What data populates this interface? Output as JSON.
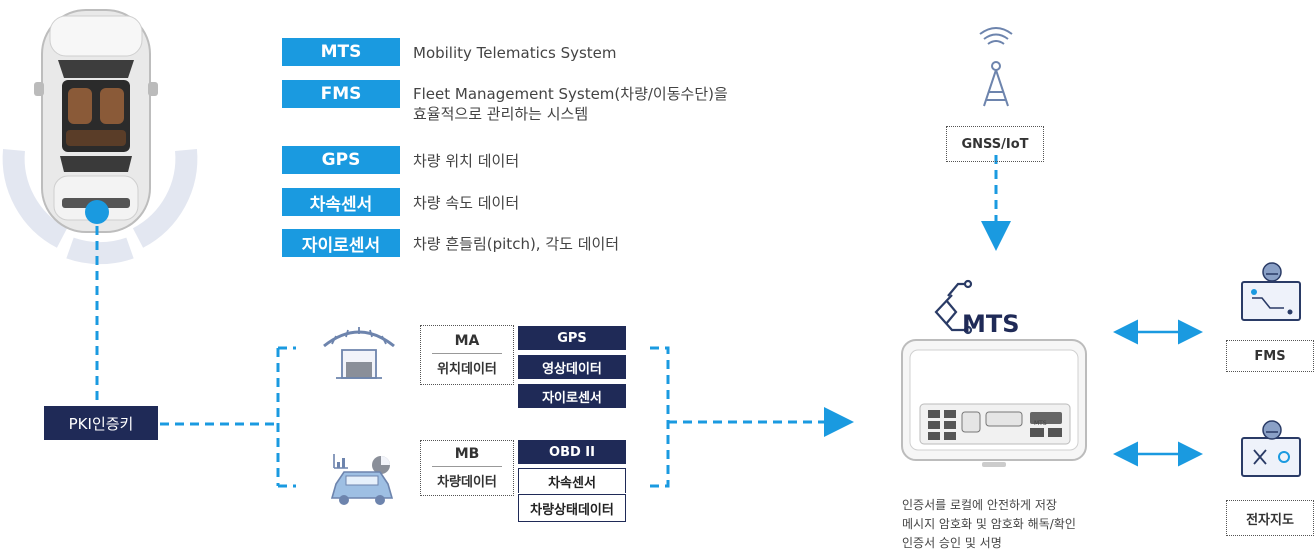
{
  "legend": [
    {
      "tag": "MTS",
      "desc": "Mobility Telematics System"
    },
    {
      "tag": "FMS",
      "desc": "Fleet Management System(차량/이동수단)을\n효율적으로 관리하는 시스템"
    },
    {
      "tag": "GPS",
      "desc": "차량 위치 데이터"
    },
    {
      "tag": "차속센서",
      "desc": "차량 속도 데이터"
    },
    {
      "tag": "자이로센서",
      "desc": "차량 흔들림(pitch), 각도 데이터"
    }
  ],
  "pki_label": "PKI인증키",
  "ma": {
    "title": "MA",
    "sub": "위치데이터",
    "items": [
      "GPS",
      "영상데이터",
      "자이로센서"
    ]
  },
  "mb": {
    "title": "MB",
    "sub": "차량데이터",
    "items": [
      "OBD II",
      "차속센서",
      "차량상태데이터"
    ]
  },
  "gnss_label": "GNSS/IoT",
  "mts_logo_text": "MTS",
  "device_label": "MTS",
  "fms_label": "FMS",
  "map_label": "전자지도",
  "mts_notes": [
    "인증서를 로컬에 안전하게 저장",
    "메시지 암호화 및 암호화 해독/확인",
    "인증서 승인 및 서명"
  ],
  "colors": {
    "accent": "#1a9ae0",
    "navy": "#1f2a57",
    "dash": "#1a9ae0"
  }
}
